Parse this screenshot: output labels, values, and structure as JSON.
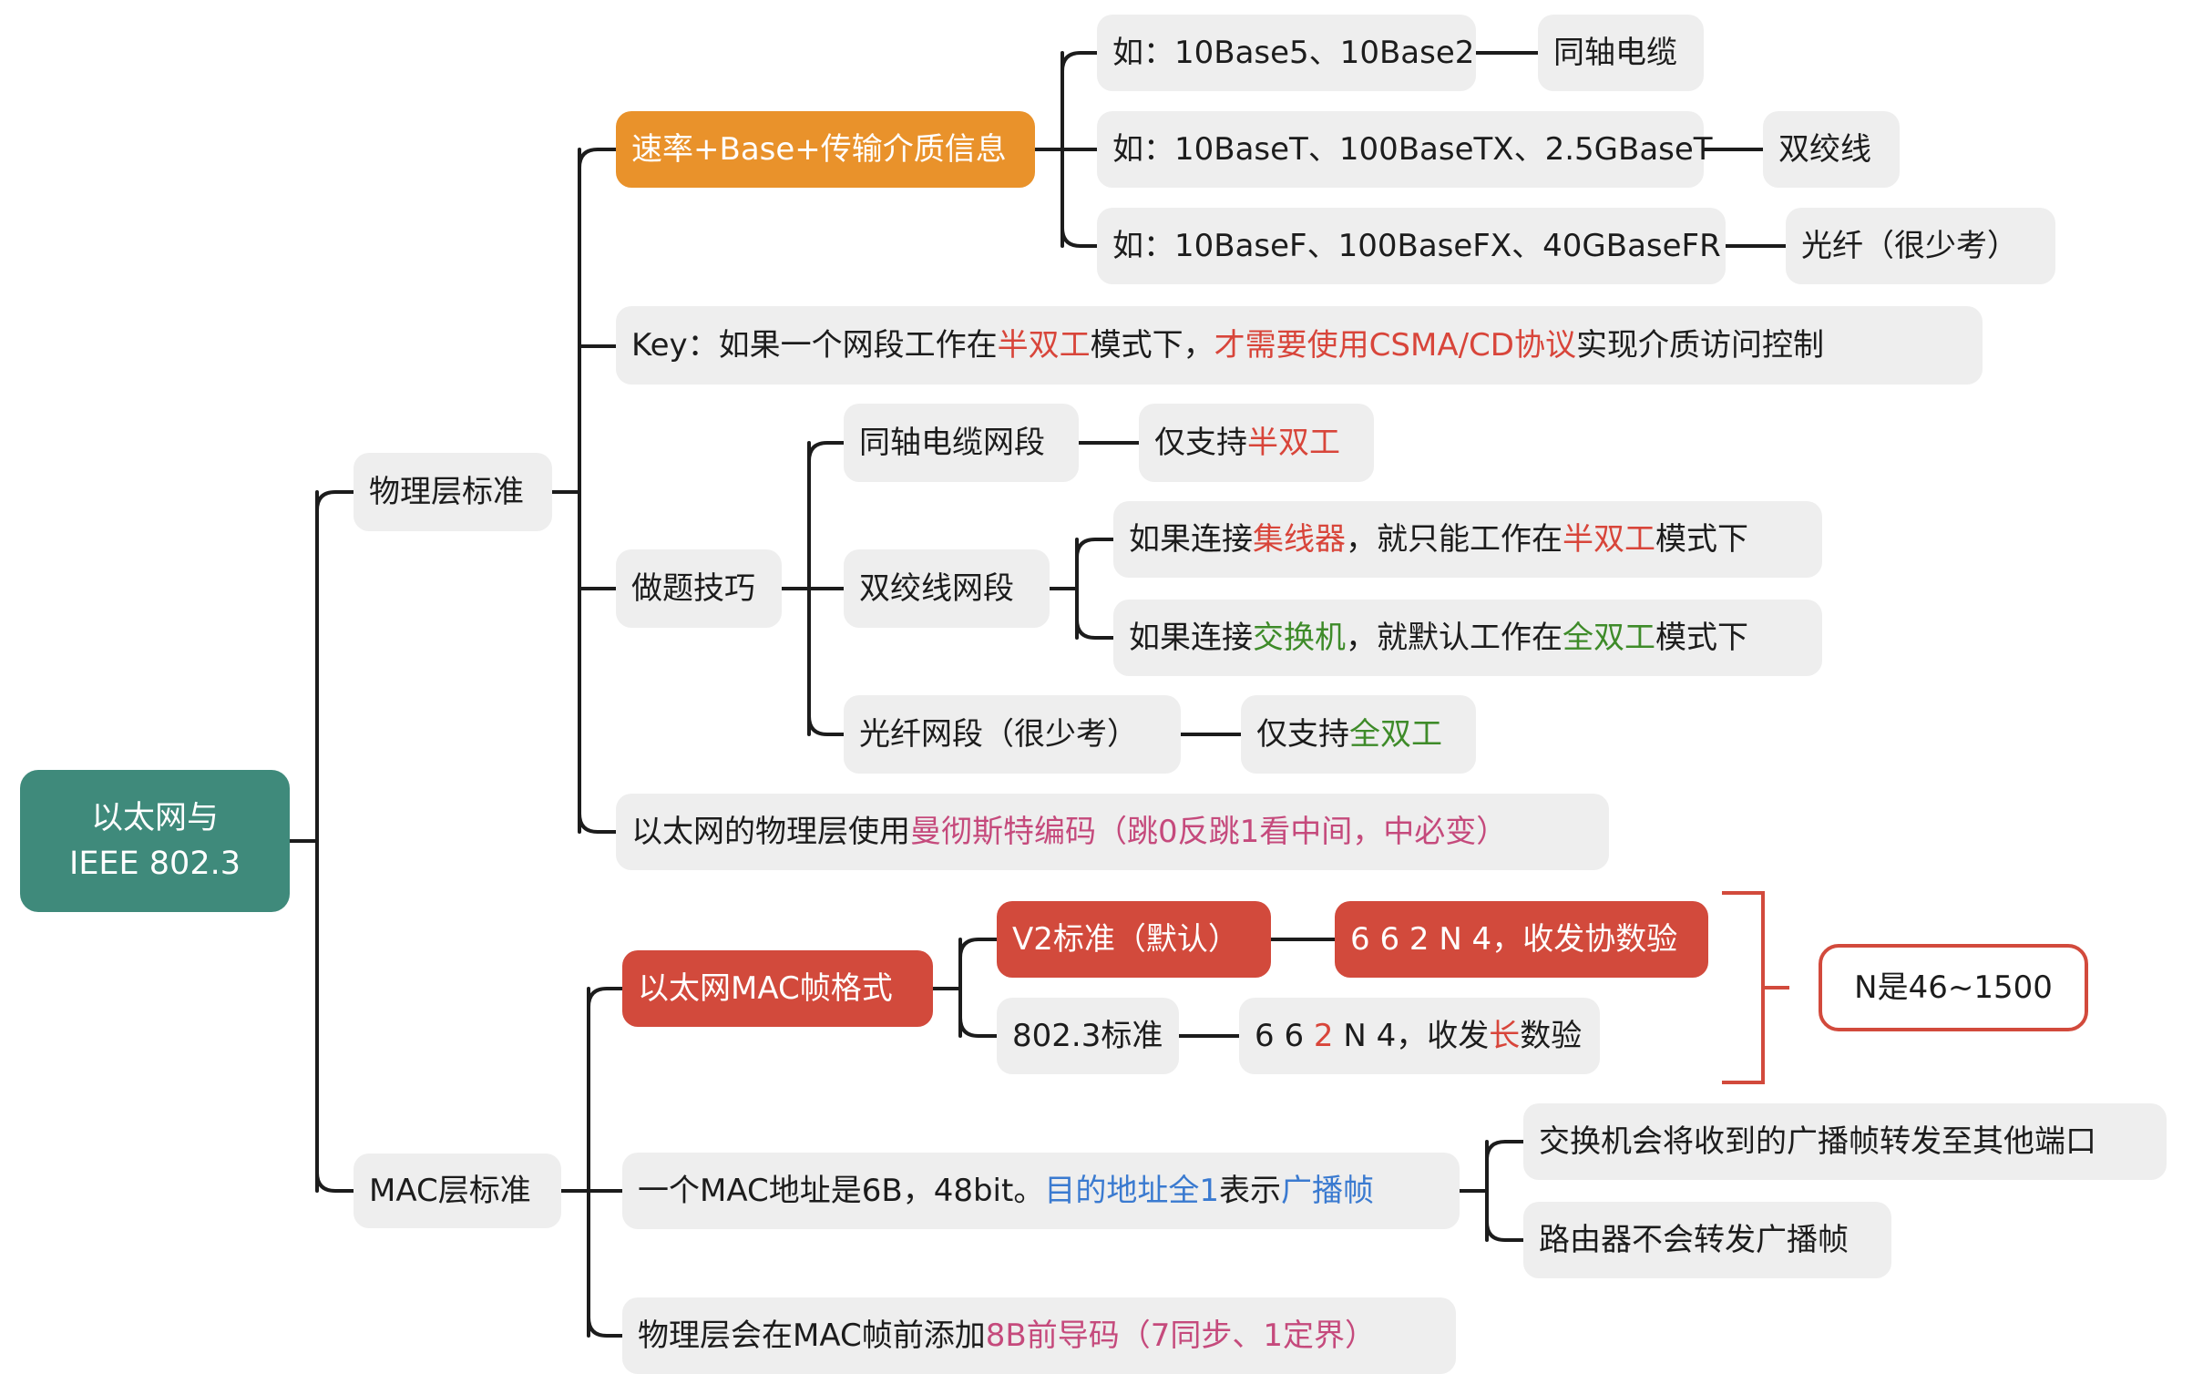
{
  "root": {
    "line1": "以太网与",
    "line2": "IEEE 802.3"
  },
  "physical": {
    "label": "物理层标准",
    "naming": {
      "label": "速率+Base+传输介质信息",
      "coax": {
        "example": "如：10Base5、10Base2",
        "medium": "同轴电缆"
      },
      "twisted": {
        "example": "如：10BaseT、100BaseTX、2.5GBaseT",
        "medium": "双绞线"
      },
      "fiber": {
        "example": "如：10BaseF、100BaseFX、40GBaseFR",
        "medium": "光纤（很少考）"
      }
    },
    "key": {
      "prefix": "Key：如果一个网段工作在",
      "half_duplex": "半双工",
      "mid": "模式下，",
      "csma": "才需要使用CSMA/CD协议",
      "suffix": "实现介质访问控制"
    },
    "tips": {
      "label": "做题技巧",
      "coax_segment": {
        "label": "同轴电缆网段",
        "note_prefix": "仅支持",
        "note_highlight": "半双工"
      },
      "twisted_segment": {
        "label": "双绞线网段",
        "hub": {
          "p1": "如果连接",
          "device": "集线器",
          "p2": "，就只能工作在",
          "mode": "半双工",
          "p3": "模式下"
        },
        "switch": {
          "p1": "如果连接",
          "device": "交换机",
          "p2": "，就默认工作在",
          "mode": "全双工",
          "p3": "模式下"
        }
      },
      "fiber_segment": {
        "label": "光纤网段（很少考）",
        "note_prefix": "仅支持",
        "note_highlight": "全双工"
      }
    },
    "encoding": {
      "prefix": "以太网的物理层使用",
      "highlight": "曼彻斯特编码（跳0反跳1看中间，中必变）"
    }
  },
  "mac": {
    "label": "MAC层标准",
    "frame": {
      "label": "以太网MAC帧格式",
      "v2": {
        "label": "V2标准（默认）",
        "fields": "6 6 2 N 4，收发协数验"
      },
      "ieee": {
        "label": "802.3标准",
        "f1": "6 6 ",
        "f2": "2",
        "f3": " N 4，收发",
        "f4": "长",
        "f5": "数验"
      },
      "n_note": "N是46~1500"
    },
    "address": {
      "prefix": "一个MAC地址是6B，48bit。",
      "h1": "目的地址全1",
      "mid": "表示",
      "h2": "广播帧",
      "switch_note": "交换机会将收到的广播帧转发至其他端口",
      "router_note": "路由器不会转发广播帧"
    },
    "preamble": {
      "prefix": "物理层会在MAC帧前添加",
      "highlight": "8B前导码（7同步、1定界）"
    }
  },
  "colors": {
    "line": "#1c1c1c",
    "root_fill": "#3f8a7b",
    "orange_fill": "#e9922b",
    "red_fill": "#d24a3c",
    "node_fill": "#eeeeee",
    "highlight_red": "#d8453a",
    "highlight_green": "#3e8b29",
    "highlight_pink": "#c54a7c",
    "highlight_blue": "#3a7ad0"
  }
}
